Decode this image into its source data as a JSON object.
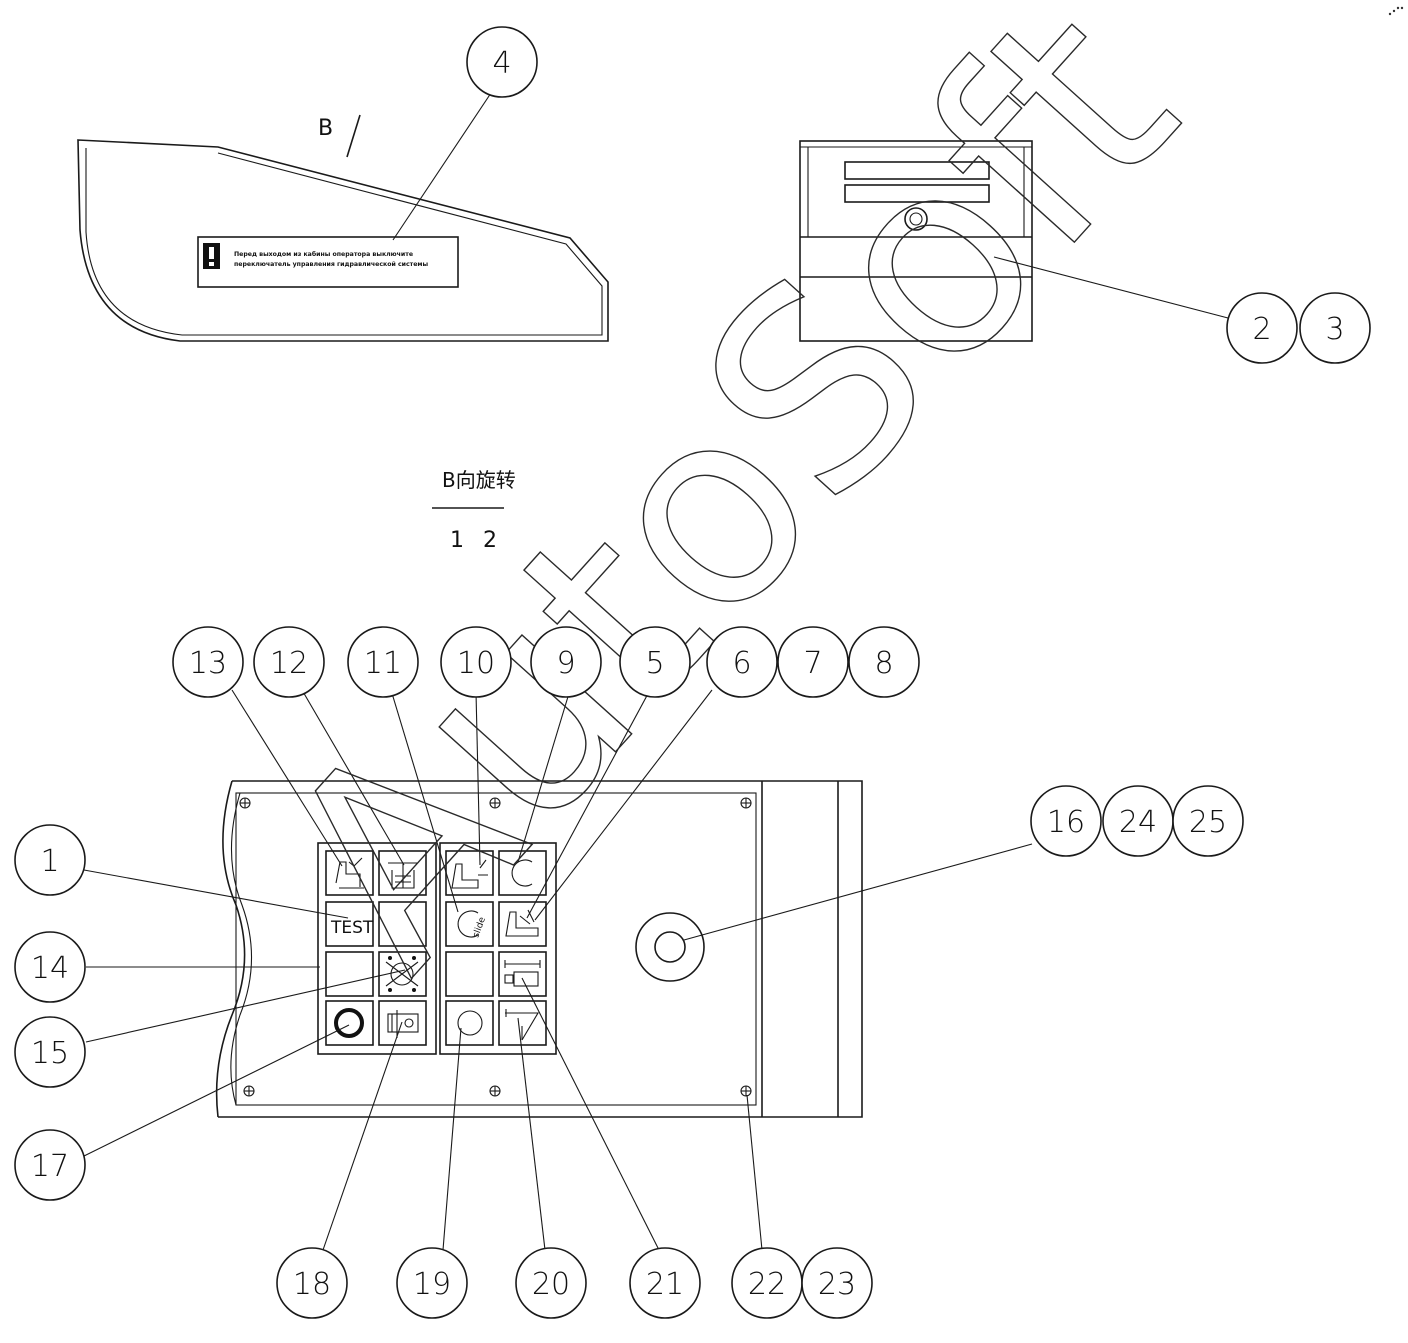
{
  "side_view": {
    "direction_mark": "B",
    "warning_text_line1": "Перед выходом из кабины оператора выключите",
    "warning_text_line2": "переключатель управления гидравлической системы"
  },
  "rotation_note": {
    "title": "B向旋转",
    "scale": "1 2"
  },
  "watermark": "AutoSoft",
  "bubbles": {
    "b4": "4",
    "b2": "2",
    "b3": "3",
    "b13": "13",
    "b12": "12",
    "b11": "11",
    "b10": "10",
    "b9": "9",
    "b5": "5",
    "b6": "6",
    "b7": "7",
    "b8": "8",
    "b1": "1",
    "b14": "14",
    "b15": "15",
    "b17": "17",
    "b16": "16",
    "b24": "24",
    "b25": "25",
    "b18": "18",
    "b19": "19",
    "b20": "20",
    "b21": "21",
    "b22": "22",
    "b23": "23"
  },
  "panel_icons": {
    "test_label": "TEST",
    "slide_label": "slide"
  }
}
